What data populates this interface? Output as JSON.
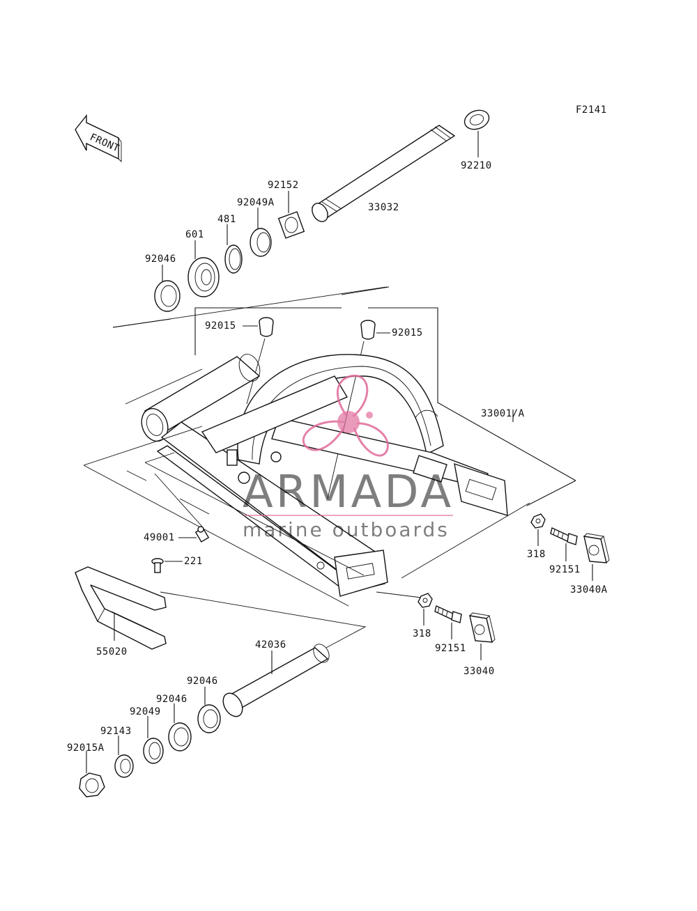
{
  "figure_code": "F2141",
  "front_marker": "FRONT",
  "watermark": {
    "brand": "ARMADA",
    "tagline": "marine outboards",
    "accent_color": "#e06a9a"
  },
  "part_labels": {
    "p92210": "92210",
    "p33032": "33032",
    "p92152": "92152",
    "p92049A": "92049A",
    "p481": "481",
    "p601": "601",
    "p92046_top": "92046",
    "p92015_left": "92015",
    "p92015_right": "92015",
    "p33001A": "33001/A",
    "p49001": "49001",
    "p221": "221",
    "p318_right": "318",
    "p92151_right": "92151",
    "p33040A": "33040A",
    "p55020": "55020",
    "p318_mid": "318",
    "p92151_mid": "92151",
    "p33040": "33040",
    "p42036": "42036",
    "p92046_b1": "92046",
    "p92046_b2": "92046",
    "p92049": "92049",
    "p92143": "92143",
    "p92015A": "92015A"
  }
}
